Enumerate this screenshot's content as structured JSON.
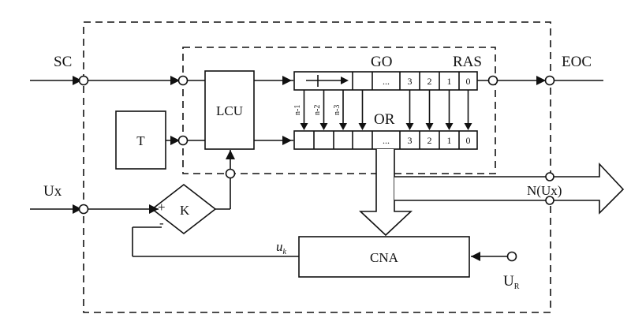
{
  "diagram": {
    "labels": {
      "sc": "SC",
      "eoc": "EOC",
      "ux": "Ux",
      "t": "T",
      "lcu": "LCU",
      "go": "GO",
      "ras": "RAS",
      "or": "OR",
      "k": "K",
      "plus": "+",
      "minus": "-",
      "cna": "CNA",
      "u_r": "U",
      "u_r_sub": "R",
      "u_k": "u",
      "u_k_sub": "k",
      "n_ux": "N(Ux)"
    },
    "go_cells": [
      "",
      "",
      "",
      "...",
      "3",
      "2",
      "1",
      "0"
    ],
    "or_cells": [
      "",
      "",
      "",
      "",
      "...",
      "3",
      "2",
      "1",
      "0"
    ],
    "bit_labels": [
      "n-1",
      "n-2",
      "n-3"
    ]
  }
}
